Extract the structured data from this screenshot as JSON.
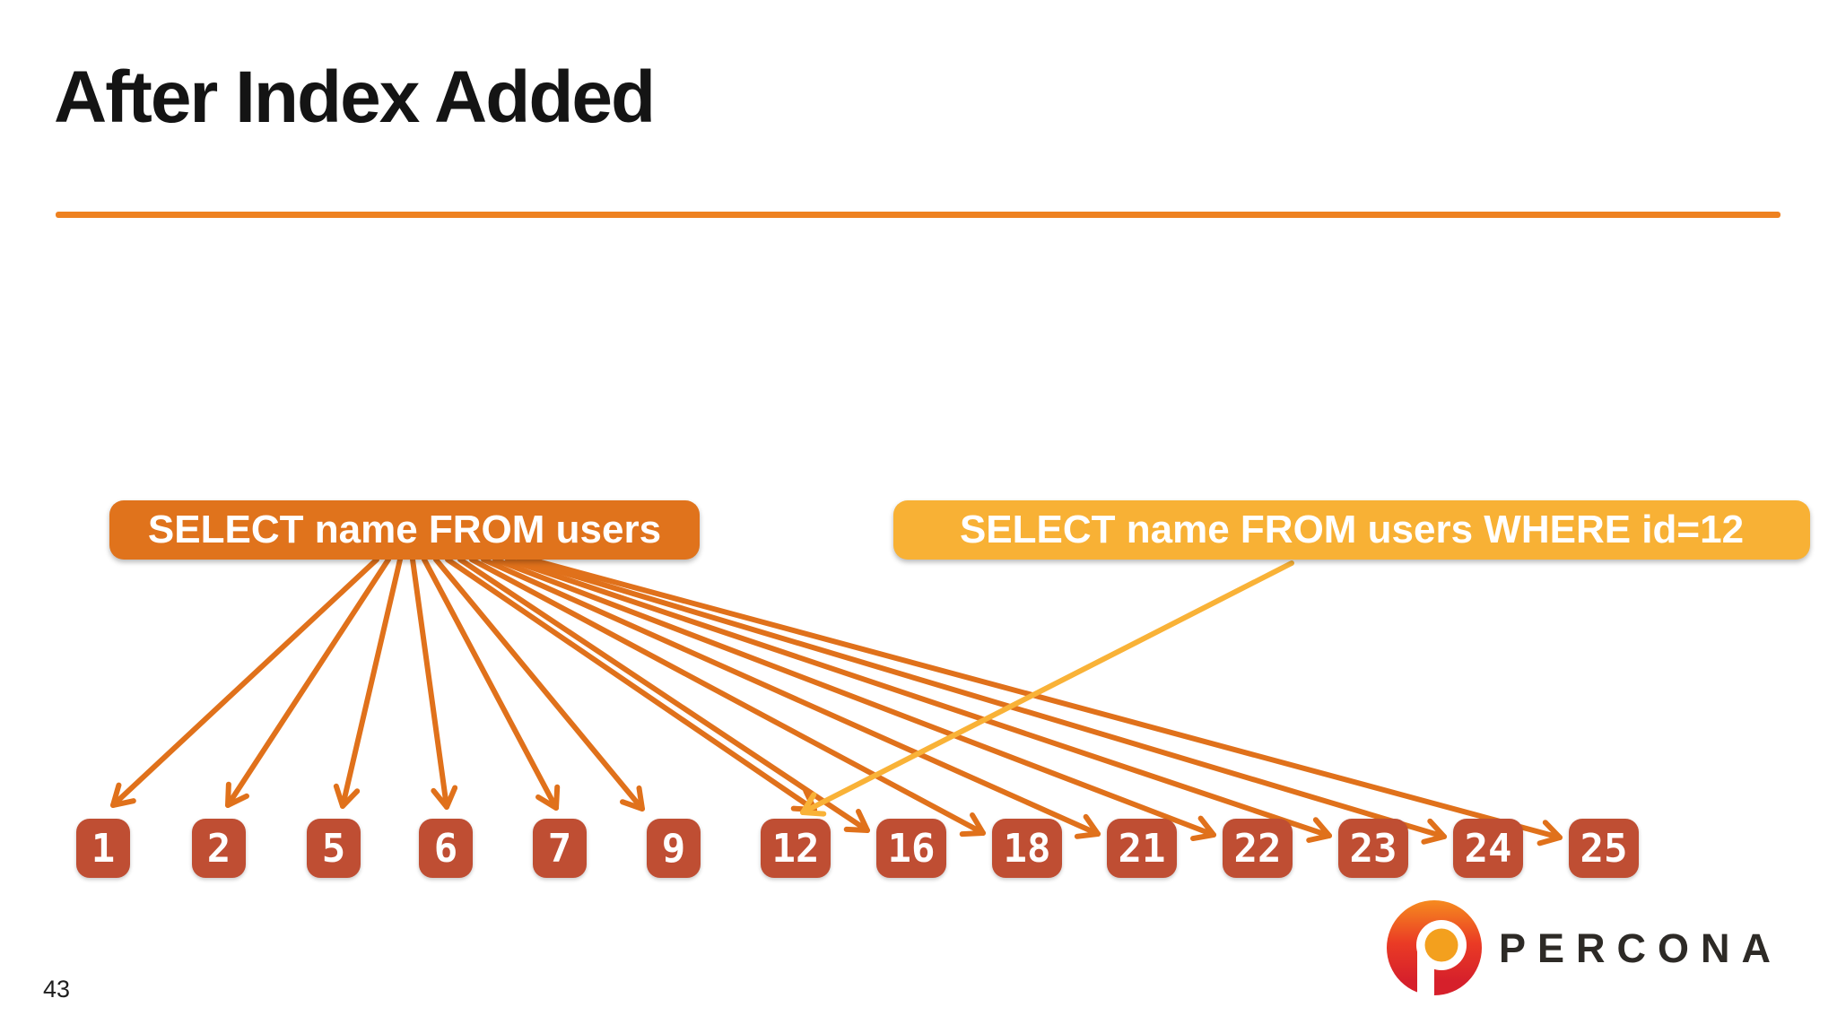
{
  "slide": {
    "title": "After Index Added",
    "page_number": "43",
    "accent_color": "#EE8120",
    "background_color": "#FFFFFF"
  },
  "queries": {
    "full_scan": {
      "label": "SELECT name FROM users",
      "color": "#E0731C",
      "text_color": "#FFFFFF"
    },
    "indexed": {
      "label": "SELECT name FROM users WHERE id=12",
      "color": "#F8B135",
      "text_color": "#FFFFFF"
    }
  },
  "index_row": {
    "values": [
      "1",
      "2",
      "5",
      "6",
      "7",
      "9",
      "12",
      "16",
      "18",
      "21",
      "22",
      "23",
      "24",
      "25"
    ],
    "box_color": "#BF4E33",
    "text_color": "#FFFFFF"
  },
  "links": {
    "full_scan_arrow_color": "#E0711B",
    "full_scan_targets": [
      "1",
      "2",
      "5",
      "6",
      "7",
      "9",
      "12",
      "16",
      "18",
      "21",
      "22",
      "23",
      "24",
      "25"
    ],
    "indexed_arrow_color": "#F9B237",
    "indexed_target": "12"
  },
  "logo": {
    "brand": "PERCONA",
    "mark_colors": {
      "top": "#F68B1F",
      "bottom": "#D6202B",
      "center": "#F3A01E"
    }
  }
}
